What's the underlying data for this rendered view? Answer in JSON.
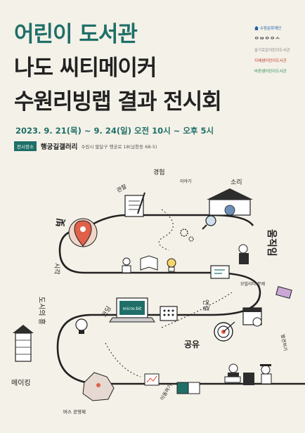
{
  "title": {
    "line1": "어린이 도서관",
    "line2": "나도 씨티메이커",
    "line3": "수원리빙랩 결과 전시회"
  },
  "event": {
    "date": "2023. 9. 21(목) ~ 9. 24(일) 오전 10시 ~ 오후 5시",
    "venue_badge": "전시장소",
    "venue_name": "행궁길갤러리",
    "venue_address": "수원시 팔달구 행궁로 18(남창동 68-5)"
  },
  "logos": [
    {
      "text": "수원문화재단",
      "color": "#1f5fa8"
    },
    {
      "text": "ᄋᄇᄋᄋᄉ",
      "color": "#333333"
    },
    {
      "text": "슬기로운어린이도서관",
      "color": "#888888"
    },
    {
      "text": "지혜샘어린이도서관",
      "color": "#c0392b"
    },
    {
      "text": "바른샘어린이도서관",
      "color": "#2e8b57"
    }
  ],
  "illustration": {
    "labels": {
      "gwanchal": "관찰",
      "gyeongheom": "경험",
      "iyagi": "이야기",
      "sori": "소리",
      "bit": "빛",
      "sigak": "시각",
      "umjigim": "움직임",
      "mobility": "모빌리티 문제",
      "dosi": "도시의 흥",
      "yeongyeol": "연결",
      "koding": "코딩",
      "microbit": "micro:bit",
      "gongyu": "공유",
      "balgyeon": "발견하기",
      "making": "메이킹",
      "bus": "버스 공영제",
      "idong": "이동하기"
    }
  },
  "colors": {
    "accent": "#1f6f68",
    "road": "#222222",
    "background": "#f4f1e8"
  }
}
